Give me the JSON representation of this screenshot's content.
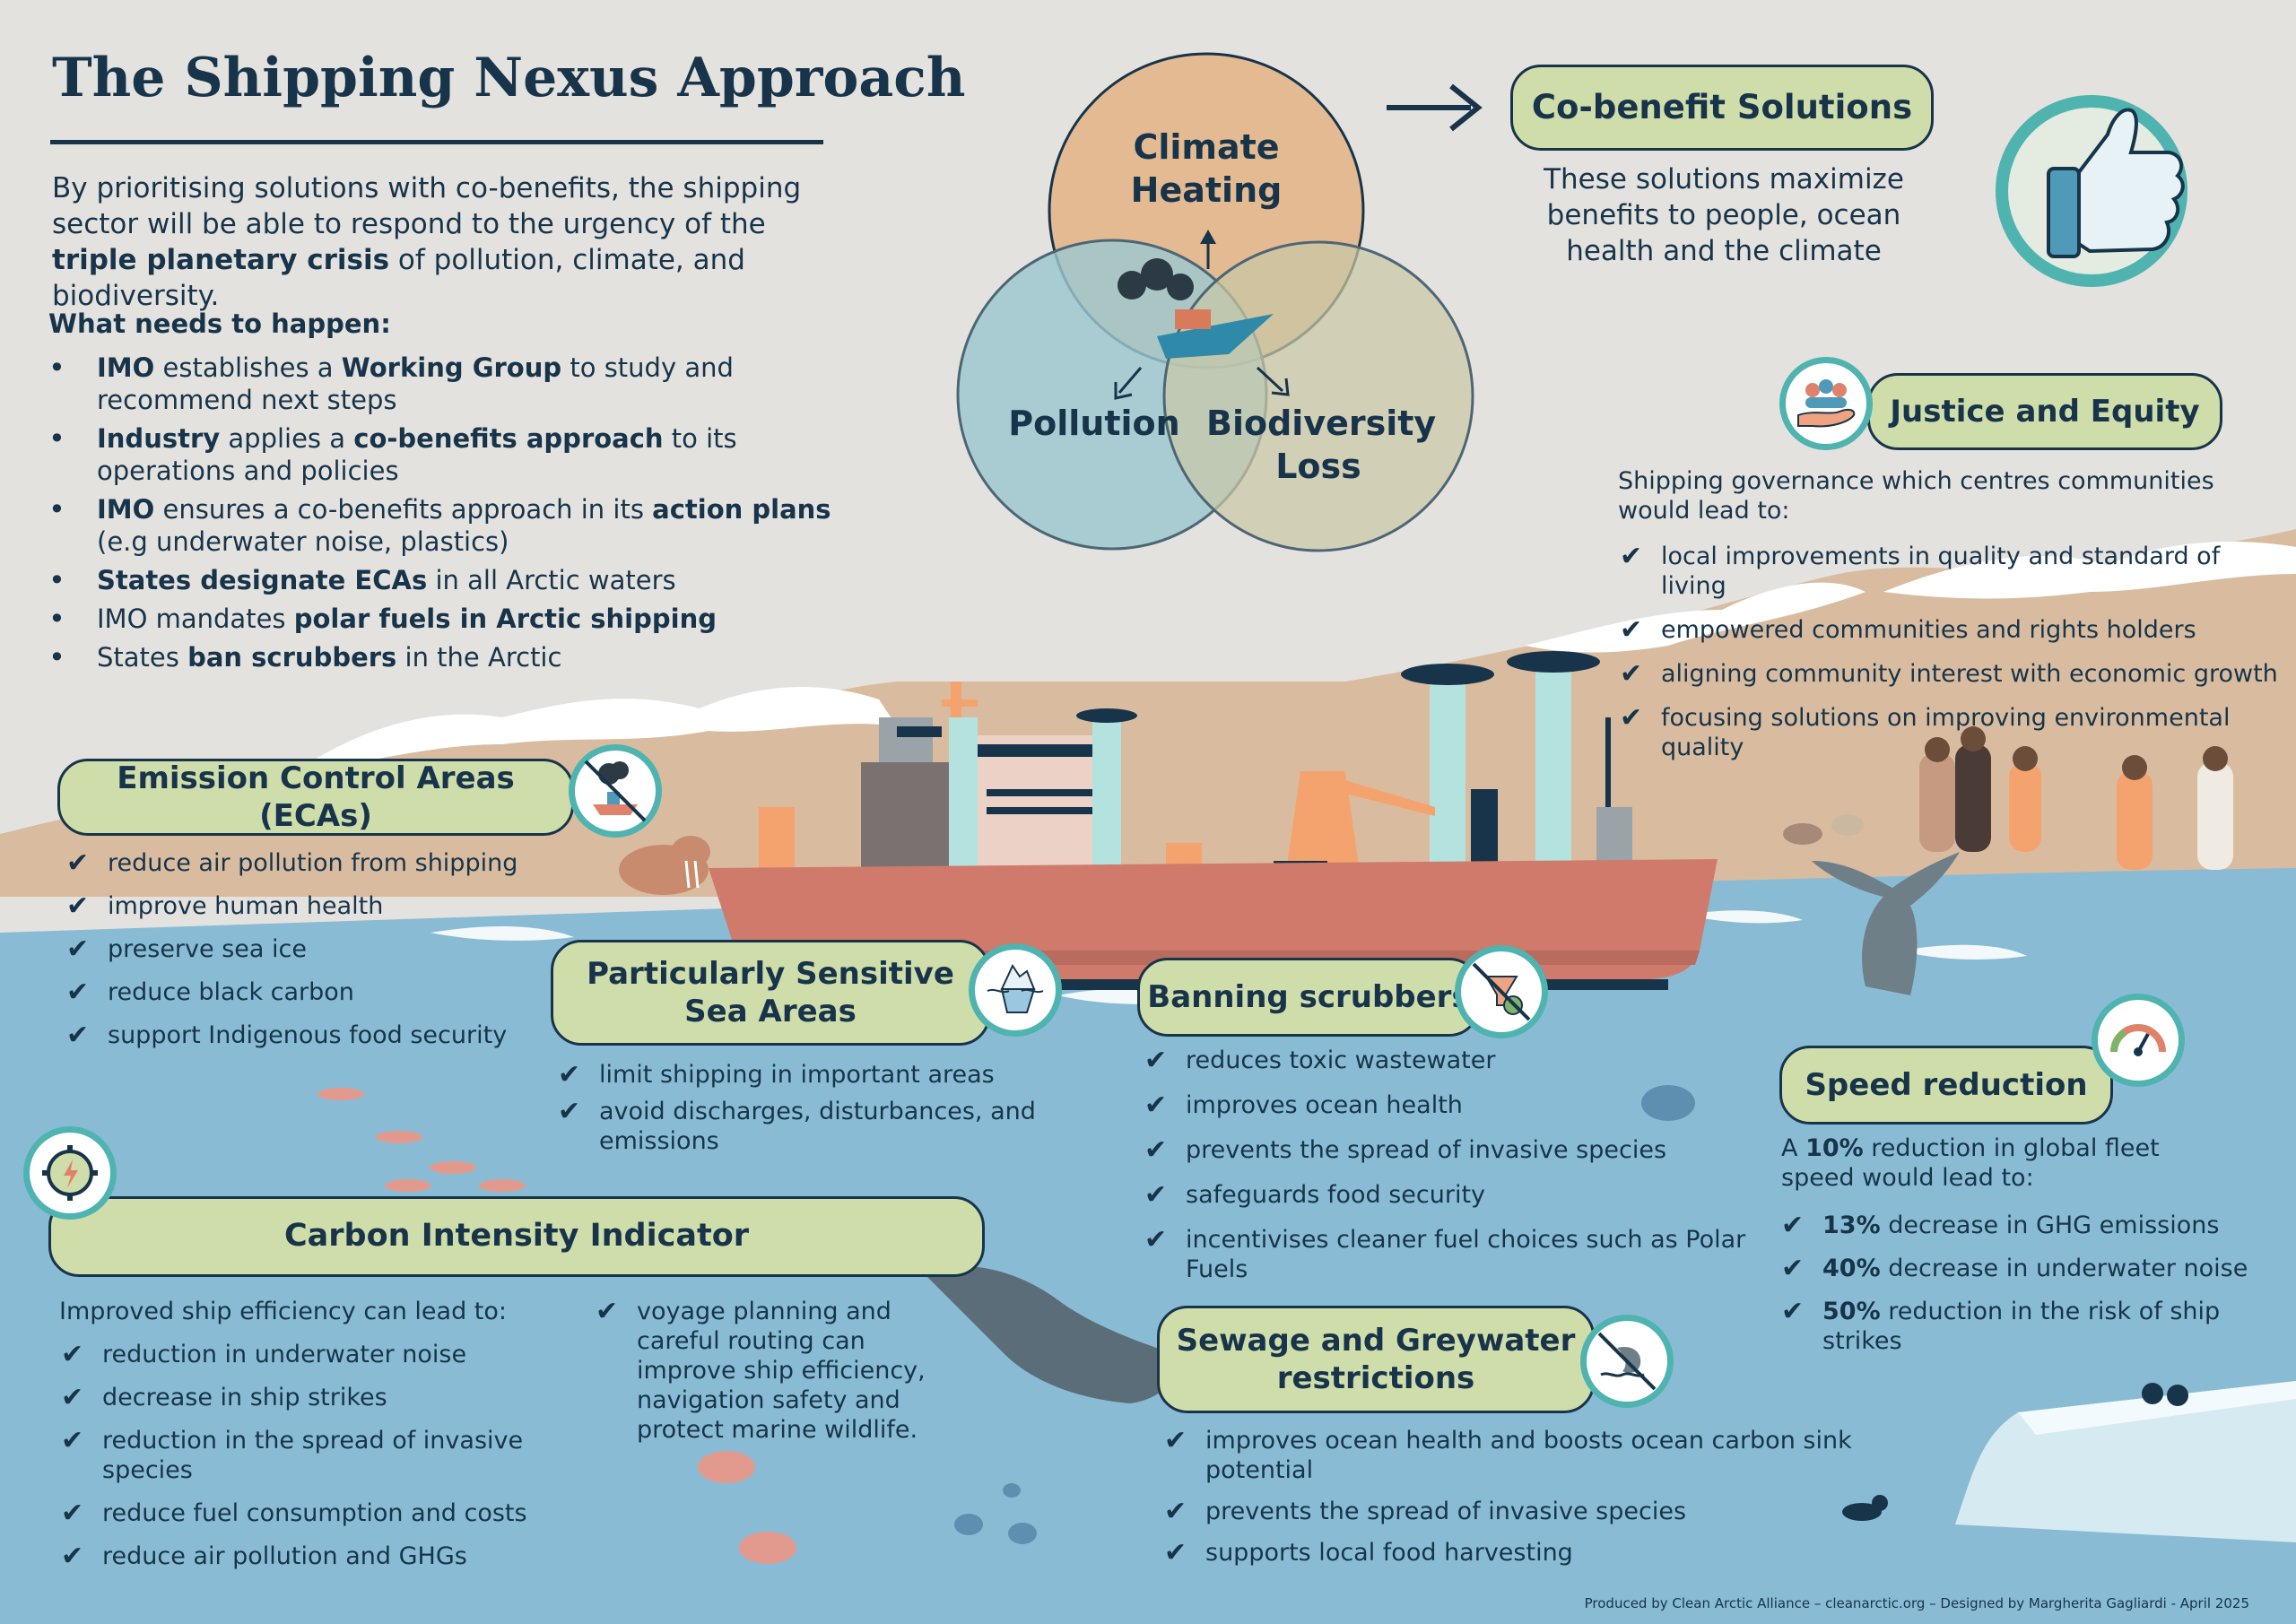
{
  "title": "The Shipping Nexus Approach",
  "intro": {
    "part1": "By prioritising solutions with co-benefits, the shipping sector will be able to respond to the urgency of the ",
    "bold": "triple planetary crisis",
    "part2": " of pollution, climate, and biodiversity."
  },
  "needs": {
    "heading": "What needs to happen:",
    "items": [
      [
        {
          "t": "IMO",
          "b": true
        },
        {
          "t": " establishes a ",
          "b": false
        },
        {
          "t": "Working Group",
          "b": true
        },
        {
          "t": " to study and recommend next steps",
          "b": false
        }
      ],
      [
        {
          "t": "Industry",
          "b": true
        },
        {
          "t": " applies a ",
          "b": false
        },
        {
          "t": "co-benefits approach",
          "b": true
        },
        {
          "t": " to its operations and policies",
          "b": false
        }
      ],
      [
        {
          "t": "IMO",
          "b": true
        },
        {
          "t": " ensures a co-benefits approach in its ",
          "b": false
        },
        {
          "t": "action plans",
          "b": true
        },
        {
          "t": " (e.g underwater noise, plastics)",
          "b": false
        }
      ],
      [
        {
          "t": "States designate ECAs",
          "b": true
        },
        {
          "t": " in all Arctic waters",
          "b": false
        }
      ],
      [
        {
          "t": "IMO mandates ",
          "b": false
        },
        {
          "t": "polar fuels in Arctic shipping",
          "b": true
        }
      ],
      [
        {
          "t": "States ",
          "b": false
        },
        {
          "t": "ban scrubbers",
          "b": true
        },
        {
          "t": " in the Arctic",
          "b": false
        }
      ]
    ]
  },
  "venn": {
    "climate": "Climate Heating",
    "pollution": "Pollution",
    "biodiversity": "Biodiversity Loss"
  },
  "cobenefit": {
    "title": "Co-benefit Solutions",
    "text": "These solutions maximize benefits to people, ocean health and the climate"
  },
  "justice": {
    "title": "Justice and Equity",
    "intro": "Shipping governance which centres communities would lead to:",
    "items": [
      "local improvements in quality and standard of living",
      "empowered communities and rights holders",
      "aligning community interest with economic growth",
      "focusing solutions on improving environmental quality"
    ]
  },
  "eca": {
    "title": "Emission Control Areas (ECAs)",
    "items": [
      "reduce air pollution from shipping",
      "improve human health",
      "preserve sea ice",
      "reduce black carbon",
      "support Indigenous food security"
    ]
  },
  "pssa": {
    "title": "Particularly Sensitive Sea Areas",
    "items": [
      "limit shipping in important areas",
      "avoid discharges, disturbances, and emissions"
    ]
  },
  "scrubbers": {
    "title": "Banning scrubbers",
    "items": [
      "reduces toxic wastewater",
      "improves ocean health",
      "prevents the spread of invasive species",
      "safeguards food security",
      "incentivises cleaner fuel choices such as Polar Fuels"
    ]
  },
  "speed": {
    "title": "Speed reduction",
    "intro_pre": "A ",
    "intro_bold": "10%",
    "intro_post": " reduction in global fleet speed would lead to:",
    "items": [
      {
        "bold": "13%",
        "text": " decrease in GHG emissions"
      },
      {
        "bold": "40%",
        "text": " decrease in underwater noise"
      },
      {
        "bold": "50%",
        "text": " reduction in the risk of ship strikes"
      }
    ]
  },
  "cii": {
    "title": "Carbon Intensity Indicator",
    "intro": "Improved ship efficiency can lead to:",
    "items": [
      "reduction in underwater noise",
      "decrease in ship strikes",
      "reduction in the spread of invasive species",
      "reduce fuel consumption and costs",
      "reduce air pollution and GHGs"
    ],
    "side": "voyage planning and careful routing can improve ship efficiency, navigation safety and protect marine wildlife."
  },
  "sewage": {
    "title": "Sewage and Greywater restrictions",
    "items": [
      "improves ocean health and boosts ocean carbon sink potential",
      "prevents the spread of invasive species",
      "supports local food harvesting"
    ]
  },
  "footer": "Produced by Clean Arctic Alliance – cleanarctic.org – Designed by Margherita Gagliardi - April 2025",
  "icons": [
    "arrow-right-icon",
    "thumbs-up-icon",
    "community-hand-icon",
    "no-smoke-ship-icon",
    "iceberg-icon",
    "no-scrubber-icon",
    "speedometer-icon",
    "gear-lightning-icon",
    "no-sewage-icon",
    "checkmark-icon"
  ],
  "colors": {
    "navy": "#17344a",
    "pill_green": "#cfddaa",
    "teal_ring": "#4fb3b0",
    "sea": "#89bcd4",
    "land": "#d9bca0",
    "climate_circle": "#e3b68a",
    "pollution_circle": "#9cc7cf",
    "biodiversity_circle": "#c9c7a6",
    "hull": "#cf7a6b"
  }
}
